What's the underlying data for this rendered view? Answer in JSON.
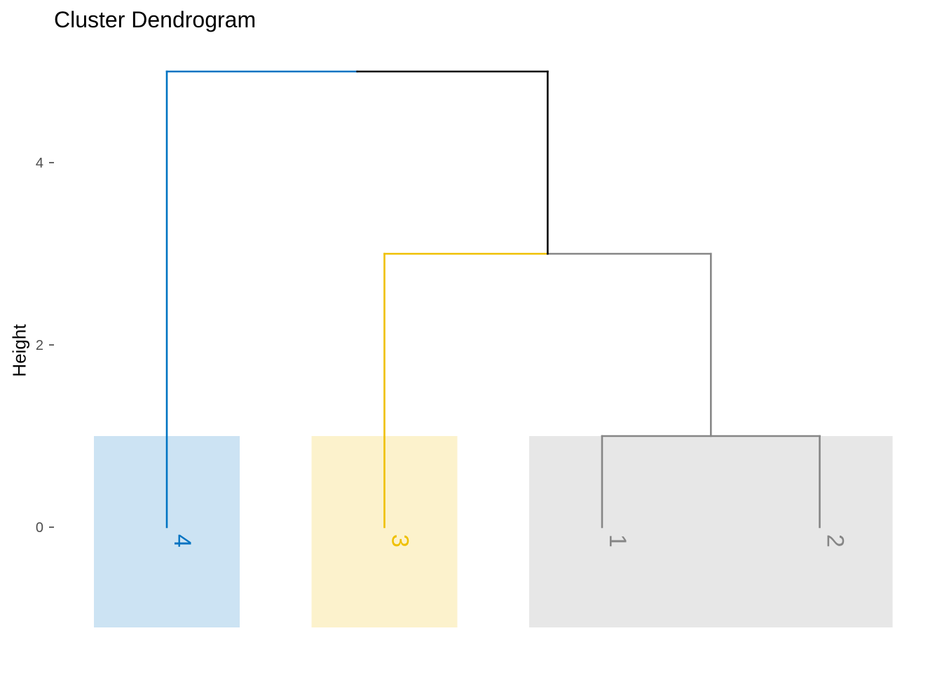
{
  "chart_data": {
    "type": "dendrogram",
    "title": "Cluster Dendrogram",
    "ylabel": "Height",
    "xlabel": "",
    "ylim": [
      -1.1,
      5.0
    ],
    "yticks": [
      0,
      2,
      4
    ],
    "leaves": [
      "4",
      "3",
      "1",
      "2"
    ],
    "merges": [
      {
        "left": "1",
        "right": "2",
        "height": 1.0
      },
      {
        "left": "3",
        "right": "1+2",
        "height": 3.0
      },
      {
        "left": "4",
        "right": "3+1+2",
        "height": 5.0
      }
    ],
    "clusters": [
      {
        "members": [
          "4"
        ],
        "color": "#0073C2",
        "fill": "#CCE3F3"
      },
      {
        "members": [
          "3"
        ],
        "color": "#EFC000",
        "fill": "#FCF2CC"
      },
      {
        "members": [
          "1",
          "2"
        ],
        "color": "#868686",
        "fill": "#E7E7E7"
      }
    ],
    "root_color": "#000000",
    "rect_bottom": -1.1,
    "rect_top": 1.0,
    "grid": false
  }
}
